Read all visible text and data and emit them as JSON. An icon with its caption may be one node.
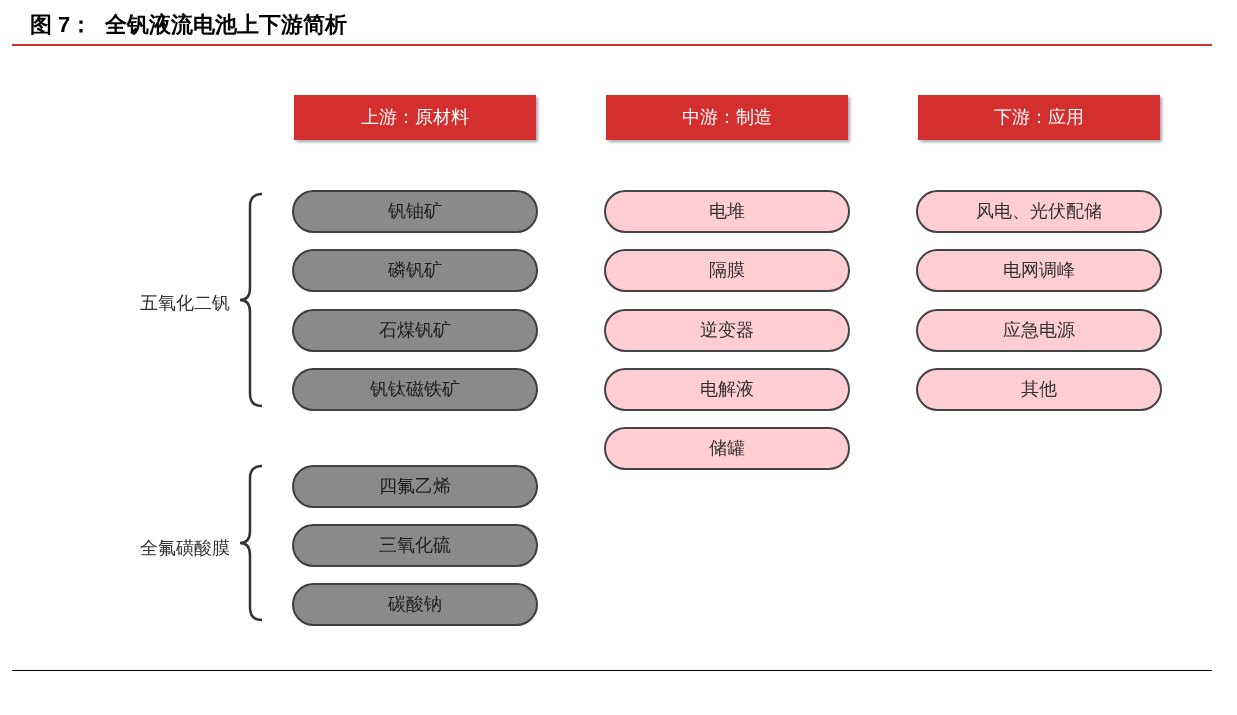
{
  "diagram": {
    "title": "图 7：  全钒液流电池上下游简析",
    "nodes": [
      {
        "text": [
          "上游：原材料"
        ]
      },
      {
        "text": [
          "钒铀矿"
        ]
      },
      {
        "text": [
          "磷钒矿"
        ]
      },
      {
        "text": [
          "石煤钒矿"
        ]
      },
      {
        "text": [
          "钒钛磁铁矿"
        ]
      },
      {
        "text": [
          "四氟乙烯"
        ]
      },
      {
        "text": [
          "三氧化硫"
        ]
      },
      {
        "text": [
          "碳酸钠"
        ]
      },
      {
        "text": [
          "中游：制造"
        ]
      },
      {
        "text": [
          "电堆"
        ]
      },
      {
        "text": [
          "隔膜"
        ]
      },
      {
        "text": [
          "逆变器"
        ]
      },
      {
        "text": [
          "电解液"
        ]
      },
      {
        "text": [
          "储罐"
        ]
      },
      {
        "text": [
          "下游：应用"
        ]
      },
      {
        "text": [
          "风电、光伏配储"
        ]
      },
      {
        "text": [
          "电网调峰"
        ]
      },
      {
        "text": [
          "应急电源"
        ]
      },
      {
        "text": [
          "其他"
        ]
      }
    ],
    "labels": [
      "五氧化二钒",
      "全氟磺酸膜"
    ]
  }
}
